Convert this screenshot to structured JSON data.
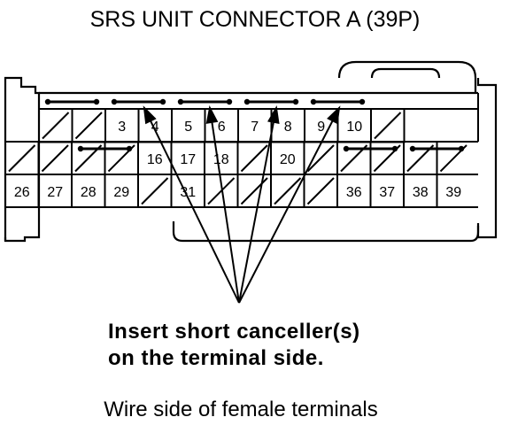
{
  "title": "SRS UNIT CONNECTOR A (39P)",
  "note_line1": "Insert short canceller(s)",
  "note_line2": "on the terminal side.",
  "footer": "Wire side of female terminals",
  "row1": [
    "",
    "",
    "3",
    "4",
    "5",
    "6",
    "7",
    "8",
    "9",
    "10",
    ""
  ],
  "row2": [
    "",
    "",
    "",
    "",
    "16",
    "17",
    "18",
    "",
    "20",
    "",
    "",
    "",
    "",
    ""
  ],
  "row3": [
    "26",
    "27",
    "28",
    "29",
    "",
    "31",
    "",
    "",
    "",
    "",
    "36",
    "37",
    "38",
    "39"
  ]
}
